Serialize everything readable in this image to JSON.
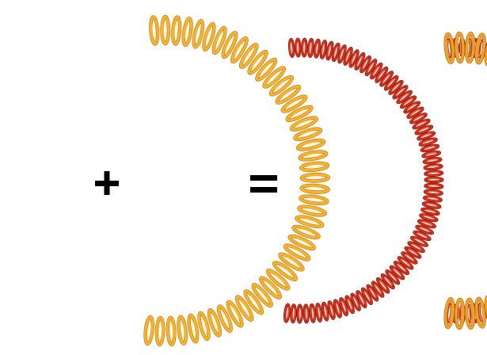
{
  "springs": [
    {
      "id": "outer-spring",
      "coil_color": "#f5b32e",
      "shade_color": "#b97310",
      "highlight_color": "#ffe08a"
    },
    {
      "id": "inner-spring",
      "coil_color": "#d8321e",
      "shade_color": "#7a1408",
      "highlight_color": "#ff8a6a"
    },
    {
      "id": "combined-spring",
      "coil_color": "#f0a22a",
      "shade_color": "#a86510",
      "inner_color": "#d8321e"
    }
  ],
  "operators": {
    "plus": "plus",
    "equals": "equals"
  }
}
